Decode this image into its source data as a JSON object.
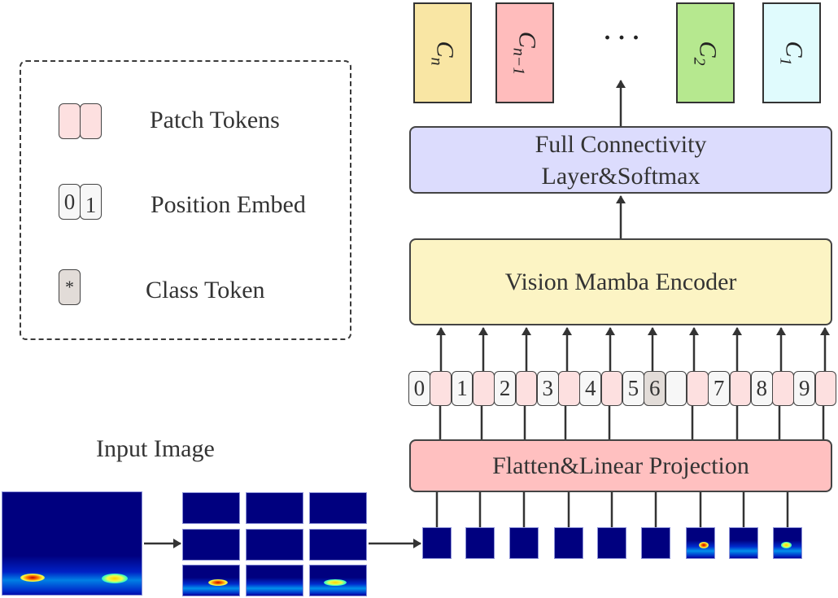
{
  "legend": {
    "items": [
      {
        "label": "Patch Tokens",
        "icon": "patch-tokens-icon"
      },
      {
        "label": "Position Embed",
        "icon": "position-embed-icon",
        "digits": [
          "0",
          "1"
        ]
      },
      {
        "label": "Class Token",
        "icon": "class-token-icon",
        "symbol": "*"
      }
    ]
  },
  "classes": [
    {
      "name": "C",
      "sub": "n",
      "color": "#f9e6a4"
    },
    {
      "name": "C",
      "sub": "n−1",
      "color": "#ffbcbc"
    },
    {
      "name": "C",
      "sub": "2",
      "color": "#b6e88f"
    },
    {
      "name": "C",
      "sub": "1",
      "color": "#e0fbfd"
    }
  ],
  "ellipsis": "· · ·",
  "blocks": {
    "fc": {
      "line1": "Full Connectivity",
      "line2": "Layer&Softmax",
      "color": "#dcdcfd"
    },
    "encoder": {
      "label": "Vision Mamba Encoder",
      "color": "#fcf4c4"
    },
    "projection": {
      "label": "Flatten&Linear Projection",
      "color": "#ffc0c0"
    }
  },
  "tokens": [
    {
      "type": "pos",
      "label": "0"
    },
    {
      "type": "patch",
      "label": ""
    },
    {
      "type": "pos",
      "label": "1"
    },
    {
      "type": "patch",
      "label": ""
    },
    {
      "type": "pos",
      "label": "2"
    },
    {
      "type": "patch",
      "label": ""
    },
    {
      "type": "pos",
      "label": "3"
    },
    {
      "type": "patch",
      "label": ""
    },
    {
      "type": "pos",
      "label": "4"
    },
    {
      "type": "patch",
      "label": ""
    },
    {
      "type": "pos",
      "label": "5"
    },
    {
      "type": "cls",
      "label": "6"
    },
    {
      "type": "pos",
      "label": ""
    },
    {
      "type": "patch",
      "label": ""
    },
    {
      "type": "pos",
      "label": "7"
    },
    {
      "type": "patch",
      "label": ""
    },
    {
      "type": "pos",
      "label": "8"
    },
    {
      "type": "patch",
      "label": ""
    },
    {
      "type": "pos",
      "label": "9"
    },
    {
      "type": "patch",
      "label": ""
    }
  ],
  "input_image": {
    "caption": "Input Image"
  },
  "patches": {
    "rows": 3,
    "cols": 3,
    "count": 9
  }
}
